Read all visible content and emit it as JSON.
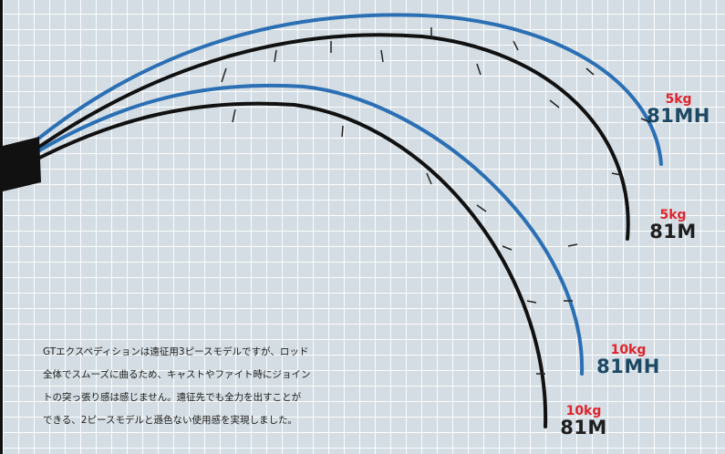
{
  "colors": {
    "background": "#d3dde3",
    "grid": "#ffffff",
    "rod_blue": "#2b6fb4",
    "rod_black": "#111111",
    "weight_red": "#e0232c",
    "model_blue": "#1c4863"
  },
  "labels": [
    {
      "weight": "5kg",
      "model": "81MH",
      "tone": "blue"
    },
    {
      "weight": "5kg",
      "model": "81M",
      "tone": "black"
    },
    {
      "weight": "10kg",
      "model": "81MH",
      "tone": "blue"
    },
    {
      "weight": "10kg",
      "model": "81M",
      "tone": "black"
    }
  ],
  "description": [
    "GTエクスペディションは遠征用3ピースモデルですが、ロッド",
    "全体でスムーズに曲るため、キャストやファイト時にジョイン",
    "トの突っ張り感は感じません。遠征先でも全力を出すことが",
    "できる、2ピースモデルと遜色ない使用感を実現しました。"
  ]
}
